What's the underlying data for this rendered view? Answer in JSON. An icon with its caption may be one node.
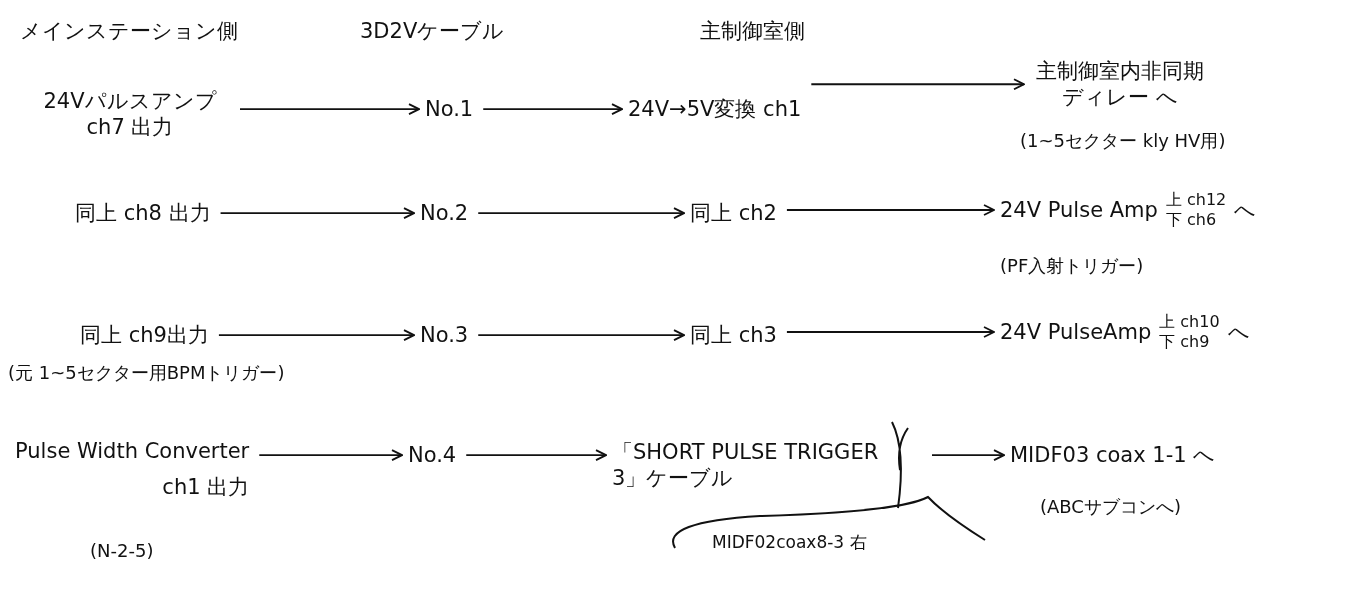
{
  "diagram": {
    "nodes": [
      {
        "text": [
          "24Vパルスアンプ ch7 出力"
        ]
      },
      {
        "text": [
          "No.1"
        ]
      },
      {
        "text": [
          "24V→5V変換 ch1"
        ]
      },
      {
        "text": [
          "主制御室内非同期ディレー へ"
        ],
        "beside": [
          "(1~5セクター kly HV用)"
        ]
      },
      {
        "text": [
          "同上 ch8 出力"
        ]
      },
      {
        "text": [
          "No.2"
        ]
      },
      {
        "text": [
          "同上 ch2"
        ]
      },
      {
        "text": [
          "24V Pulse Amp",
          "上 ch12",
          "下 ch6",
          "へ"
        ],
        "beside": [
          "(PF入射トリガー)"
        ]
      },
      {
        "text": [
          "同上 ch9出力"
        ],
        "beside": [
          "(元 1~5セクター用BPMトリガー)"
        ]
      },
      {
        "text": [
          "No.3"
        ]
      },
      {
        "text": [
          "同上 ch3"
        ]
      },
      {
        "text": [
          "24V PulseAmp",
          "上 ch10",
          "下 ch9",
          "へ"
        ]
      },
      {
        "text": [
          "Pulse Width Converter",
          "ch1 出力"
        ],
        "beside": [
          "(N-2-5)"
        ]
      },
      {
        "text": [
          "No.4"
        ]
      },
      {
        "text": [
          "「SHORT PULSE TRIGGER 3」ケーブル"
        ]
      },
      {
        "text": [
          "MIDF03 coax 1-1 へ"
        ],
        "beside": [
          "(ABCサブコンへ)"
        ]
      }
    ],
    "edges": [
      {
        "from": 0,
        "to": 1,
        "arrow": "to"
      },
      {
        "from": 1,
        "to": 2,
        "arrow": "to"
      },
      {
        "from": 2,
        "to": 3,
        "arrow": "to"
      },
      {
        "from": 4,
        "to": 5,
        "arrow": "to"
      },
      {
        "from": 5,
        "to": 6,
        "arrow": "to"
      },
      {
        "from": 6,
        "to": 7,
        "arrow": "to"
      },
      {
        "from": 8,
        "to": 9,
        "arrow": "to"
      },
      {
        "from": 9,
        "to": 10,
        "arrow": "to"
      },
      {
        "from": 10,
        "to": 11,
        "arrow": "to"
      },
      {
        "from": 12,
        "to": 13,
        "arrow": "to"
      },
      {
        "from": 13,
        "to": 14,
        "arrow": "to"
      },
      {
        "from": 14,
        "to": 15,
        "arrow": "to"
      }
    ],
    "labels": [
      "メインステーション側",
      "3D2Vケーブル",
      "主制御室側",
      "MIDF02coax8-3 右"
    ]
  }
}
